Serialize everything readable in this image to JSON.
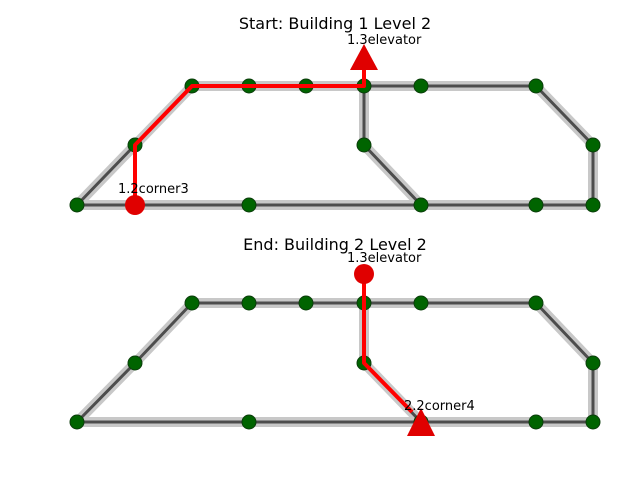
{
  "colors": {
    "background": "#ffffff",
    "edge_halo": "#c8c8c8",
    "edge_core": "#4d4d4d",
    "node": "#006400",
    "node_edge": "#0b3d0b",
    "route": "#ff0000",
    "marker": "#e00000"
  },
  "panels": [
    {
      "id": "top",
      "title": "Start: Building 1 Level 2",
      "labels": [
        {
          "text": "1.3elevator"
        },
        {
          "text": "1.2corner3"
        }
      ]
    },
    {
      "id": "bottom",
      "title": "End: Building 2 Level 2",
      "labels": [
        {
          "text": "1.3elevator"
        },
        {
          "text": "2.2corner4"
        }
      ]
    }
  ]
}
